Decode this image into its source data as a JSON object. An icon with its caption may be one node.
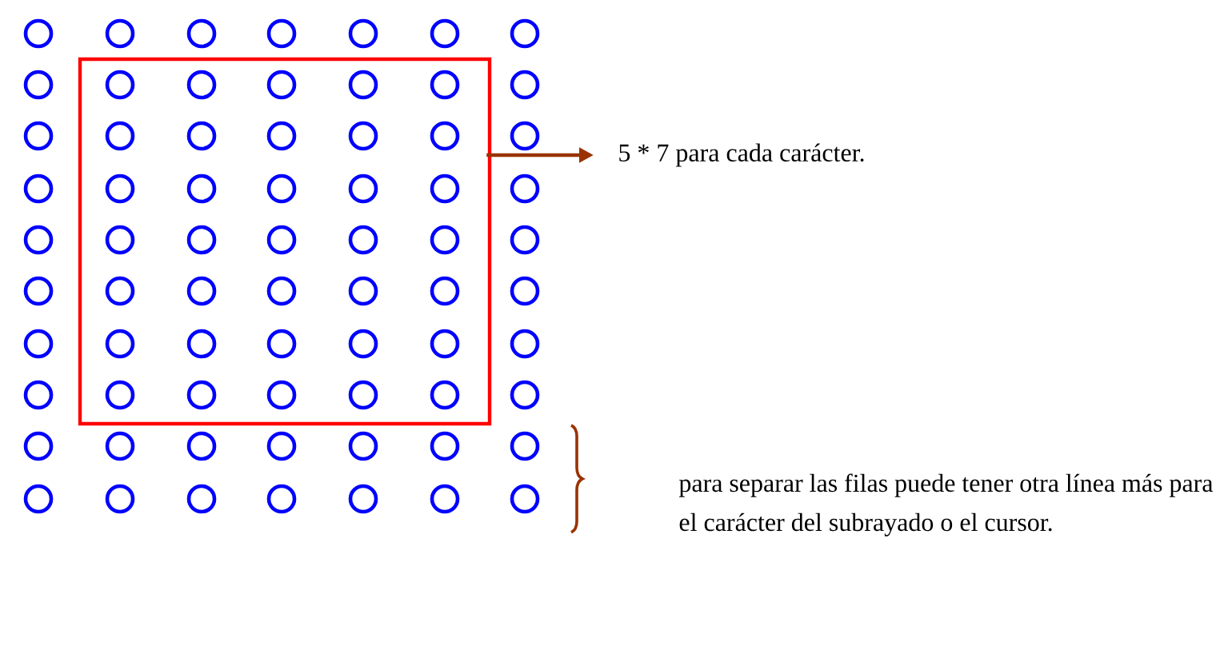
{
  "diagram": {
    "nodes": [
      {
        "text": [],
        "shape": "box"
      },
      {
        "text": [
          "5 * 7 para cada carácter."
        ]
      }
    ],
    "edges": [
      {
        "from": 0,
        "to": 1,
        "arrow": "to",
        "color": "#993300"
      }
    ],
    "labels": [
      "para separar las filas puede tener otra línea más para el carácter del subrayado o el cursor."
    ]
  }
}
